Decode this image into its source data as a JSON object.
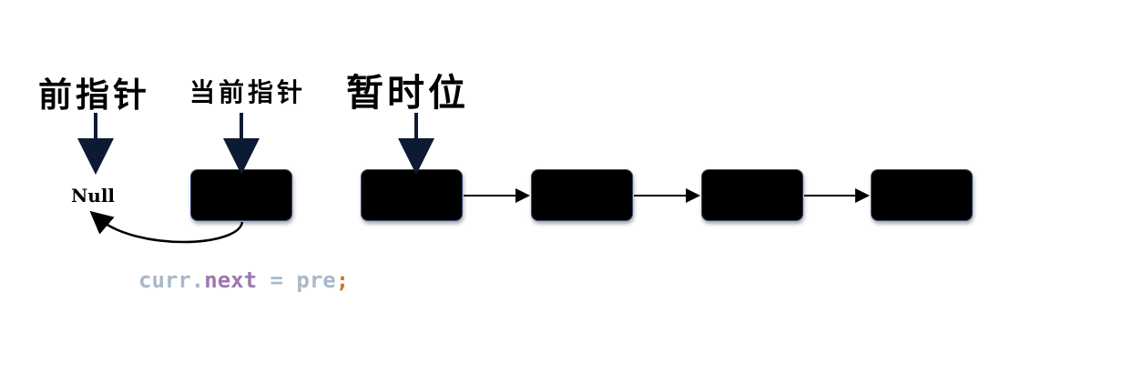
{
  "labels": {
    "prev_pointer": "前指针",
    "curr_pointer": "当前指针",
    "temp": "暂时位"
  },
  "null_label": "Null",
  "nodes": [
    "",
    "",
    "",
    "",
    ""
  ],
  "code": {
    "curr": "curr",
    "dot": ".",
    "next": "next",
    "equals": " = ",
    "pre": "pre",
    "semicolon": ";"
  },
  "colors": {
    "node_fill": "#000000",
    "node_border": "#3a4a7a",
    "code_variable": "#a9b9c9",
    "code_property": "#9b77b0",
    "code_punctuation": "#cc7a2d"
  }
}
